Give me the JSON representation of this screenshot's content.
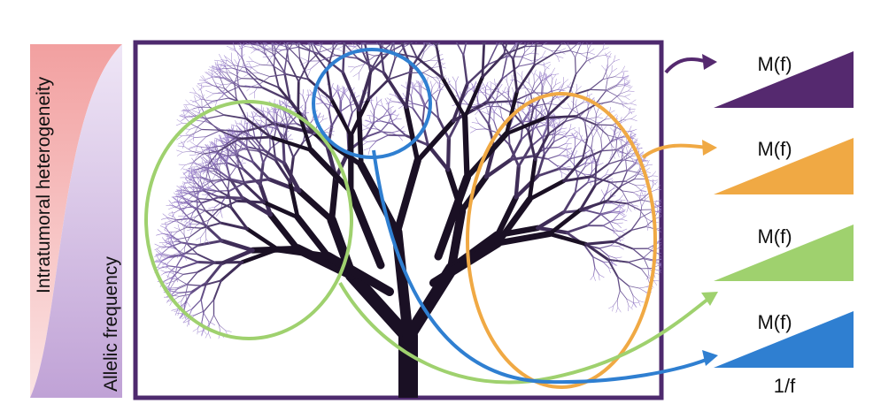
{
  "left_axis": {
    "top_label": "Intratumoral heterogeneity",
    "bottom_label": "Allelic frequency",
    "top_color": "#f2a2a0",
    "bottom_color": "#c3a6d6"
  },
  "frame_color": "#4e2a6e",
  "tree_colors": {
    "trunk": "#1a1024",
    "branch": "#3b2a52",
    "leaf": "#9a80cc"
  },
  "regions": [
    {
      "id": "whole",
      "color": "#55296f",
      "label": "M(f)"
    },
    {
      "id": "orange",
      "color": "#f0a944",
      "label": "M(f)"
    },
    {
      "id": "green",
      "color": "#9fd16e",
      "label": "M(f)"
    },
    {
      "id": "blue",
      "color": "#2f7fd1",
      "label": "M(f)"
    }
  ],
  "x_axis_label": "1/f",
  "icons": [
    "arrow-icon"
  ]
}
